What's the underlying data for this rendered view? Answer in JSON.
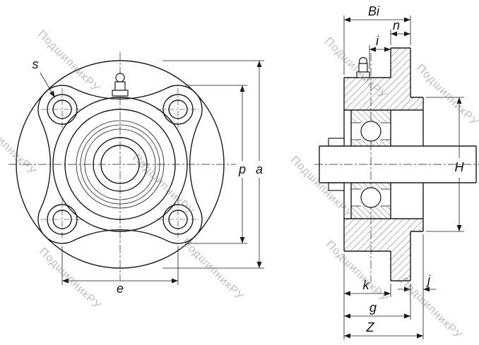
{
  "watermark": {
    "text": "ПодшипникРУ"
  },
  "labels": {
    "s": "s",
    "e": "e",
    "p": "p",
    "a": "a",
    "bi": "Bi",
    "n": "n",
    "i": "i",
    "h": "H",
    "k": "k",
    "j": "j",
    "g": "g",
    "z": "Z"
  },
  "colors": {
    "line": "#1a1a1a",
    "watermark": "#8a8a8a",
    "background": "#ffffff"
  }
}
